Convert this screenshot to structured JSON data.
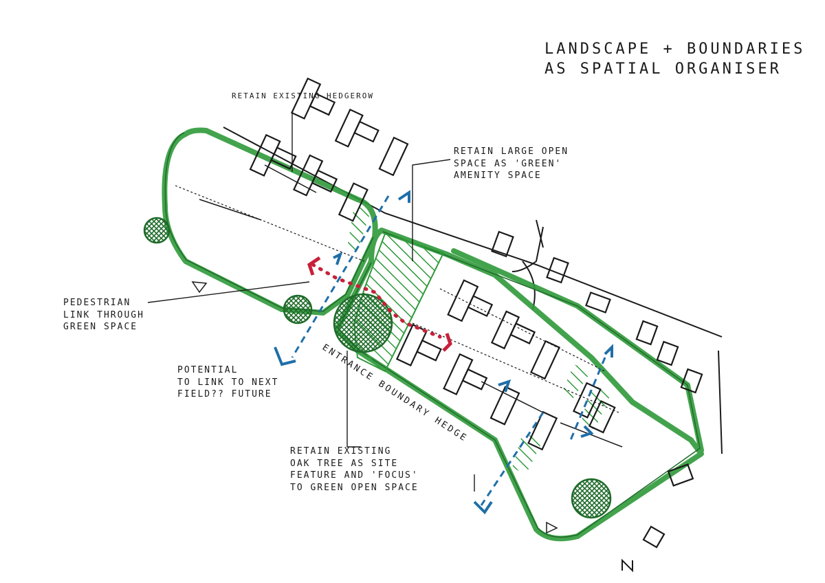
{
  "title": {
    "line1": "LANDSCAPE + BOUNDARIES",
    "line2": "AS SPATIAL ORGANISER"
  },
  "annotations": {
    "hedgerow": "RETAIN EXISTING HEDGEROW",
    "open_space": [
      "RETAIN LARGE OPEN",
      "SPACE AS 'GREEN'",
      "AMENITY SPACE"
    ],
    "pedestrian": [
      "PEDESTRIAN",
      "LINK THROUGH",
      "GREEN SPACE"
    ],
    "potential": [
      "POTENTIAL",
      "TO LINK TO NEXT",
      "FIELD?? FUTURE"
    ],
    "oak_tree": [
      "RETAIN EXISTING",
      "OAK TREE AS SITE",
      "FEATURE AND 'FOCUS'",
      "TO GREEN OPEN SPACE"
    ],
    "entrance": "ENTRANCE BOUNDARY HEDGE",
    "north": "N"
  },
  "colors": {
    "ink": "#1a1a1a",
    "green": "#2f9a3a",
    "dark_green": "#1f6b2a",
    "red": "#c8203a",
    "blue": "#1f6fa8"
  }
}
